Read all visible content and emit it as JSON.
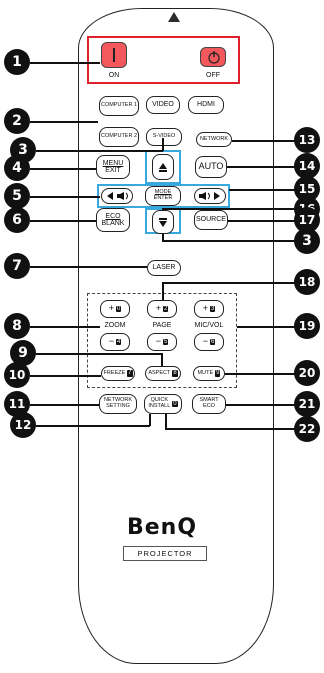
{
  "power": {
    "on_label": "ON",
    "off_label": "OFF"
  },
  "source_buttons": {
    "computer1": "COMPUTER 1",
    "video": "VIDEO",
    "hdmi": "HDMI",
    "computer2": "COMPUTER 2",
    "svideo": "S-VIDEO",
    "network": "NETWORK"
  },
  "nav": {
    "menu_exit_line1": "MENU",
    "menu_exit_line2": "EXIT",
    "auto": "AUTO",
    "mode_enter_line1": "MODE",
    "mode_enter_line2": "ENTER",
    "eco_blank_line1": "ECO",
    "eco_blank_line2": "BLANK",
    "source": "SOURCE",
    "laser": "LASER"
  },
  "adjust": {
    "zoom": "ZOOM",
    "page": "PAGE",
    "mic_vol": "MIC/VOL",
    "plus": "+",
    "minus": "−",
    "k0": "0",
    "k2": "2",
    "k3": "3",
    "k4": "4",
    "k5": "5",
    "k6": "6"
  },
  "bottom_buttons": {
    "freeze": "FREEZE",
    "k7": "7",
    "aspect": "ASPECT",
    "k8": "8",
    "mute": "MUTE",
    "k9": "9",
    "network_setting_line1": "NETWORK",
    "network_setting_line2": "SETTING",
    "quick_install_line1": "QUICK",
    "quick_install_line2": "INSTALL",
    "k0b": "0",
    "smart_eco_line1": "SMART",
    "smart_eco_line2": "ECO"
  },
  "branding": {
    "brand": "BenQ",
    "product": "PROJECTOR"
  },
  "callouts": [
    "1",
    "2",
    "3",
    "4",
    "5",
    "6",
    "7",
    "8",
    "9",
    "10",
    "11",
    "12",
    "13",
    "14",
    "15",
    "16",
    "3",
    "17",
    "18",
    "19",
    "20",
    "21",
    "22"
  ]
}
